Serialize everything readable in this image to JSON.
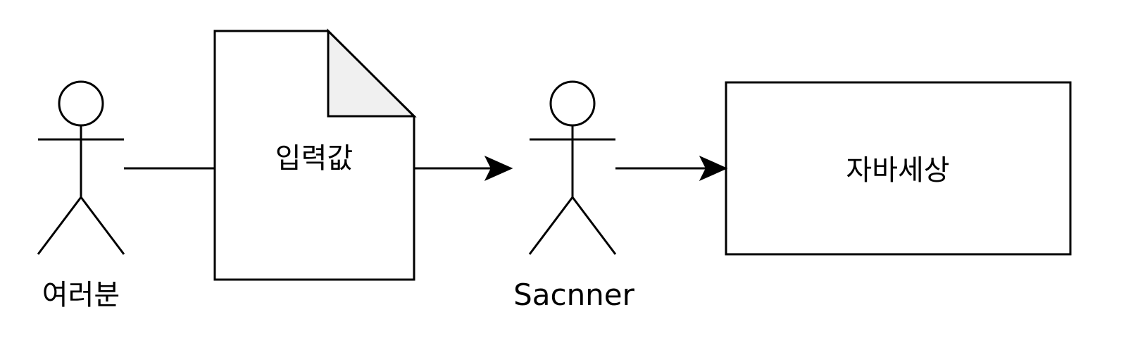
{
  "nodes": {
    "user": {
      "label": "여러분"
    },
    "input_document": {
      "label": "입력값"
    },
    "scanner": {
      "label": "Sacnner"
    },
    "java_world": {
      "label": "자바세상"
    }
  },
  "edges": [
    {
      "from": "user",
      "to": "input_document",
      "arrow": false
    },
    {
      "from": "input_document",
      "to": "scanner",
      "arrow": true
    },
    {
      "from": "scanner",
      "to": "java_world",
      "arrow": true
    }
  ],
  "colors": {
    "stroke": "#000000",
    "background": "#ffffff",
    "page_fold": "#f0f0f0"
  }
}
